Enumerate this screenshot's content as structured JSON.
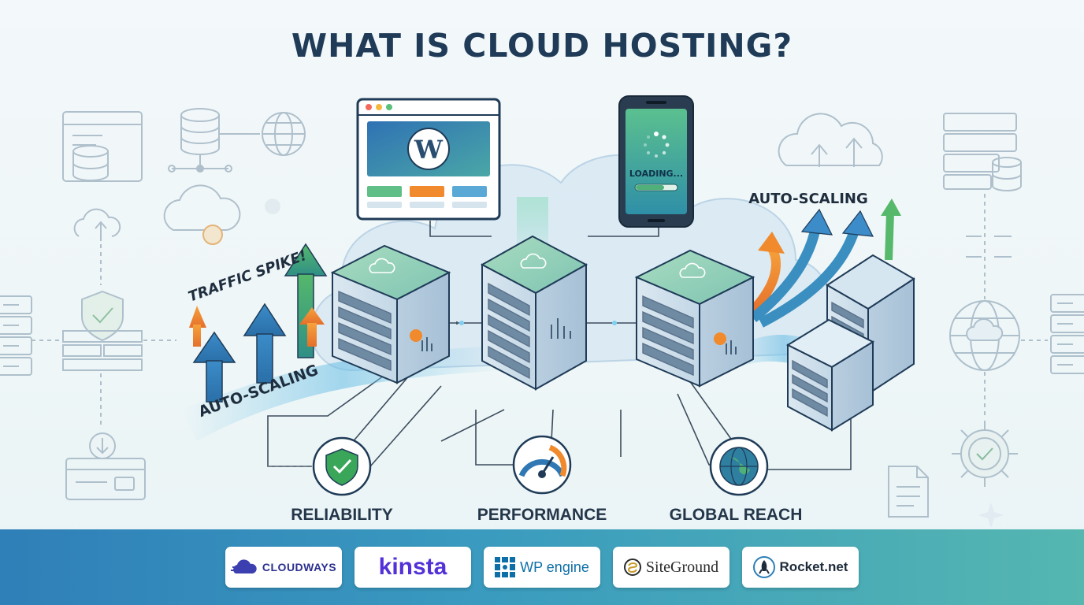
{
  "title": "WHAT IS CLOUD HOSTING?",
  "browser": {
    "logo_letter": "W"
  },
  "phone": {
    "loading_text": "LOADING..."
  },
  "callouts": {
    "traffic_spike": "TRAFFIC SPIKE!",
    "auto_scaling_left": "AUTO-SCALING",
    "auto_scaling_right": "AUTO-SCALING"
  },
  "pillars": [
    {
      "label": "RELIABILITY",
      "icon": "shield-check-icon",
      "color": "#3aa65a"
    },
    {
      "label": "PERFORMANCE",
      "icon": "speedometer-icon",
      "color": "#2f78b4"
    },
    {
      "label": "GLOBAL REACH",
      "icon": "globe-icon",
      "color": "#2e7fa0"
    }
  ],
  "providers": [
    {
      "name": "CLOUDWAYS",
      "color": "#2b2f8f"
    },
    {
      "name": "kinsta",
      "color": "#5331d8"
    },
    {
      "name": "WP engine",
      "color": "#0e6fa8"
    },
    {
      "name": "SiteGround",
      "color": "#2b2b2b"
    },
    {
      "name": "Rocket.net",
      "color": "#1e2b3a"
    }
  ],
  "colors": {
    "title": "#1f3b57",
    "accent_blue": "#2f78b4",
    "accent_green": "#3aa65a",
    "accent_orange": "#f08a2c",
    "server_top": "#8fd0a8",
    "footer_start": "#2f7fb8",
    "footer_end": "#55b7b0"
  }
}
